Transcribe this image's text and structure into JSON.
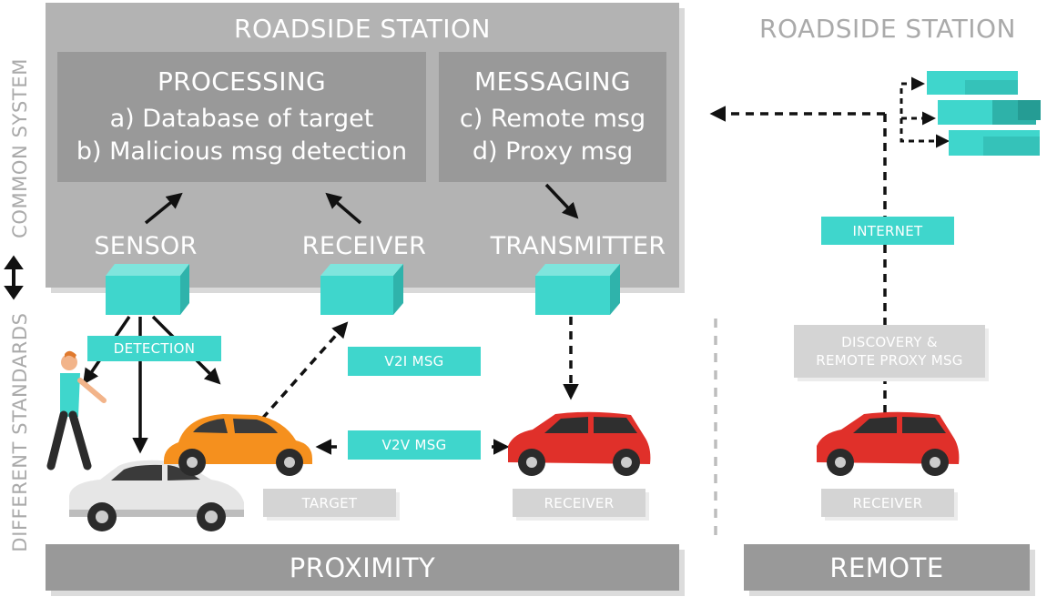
{
  "left_station": {
    "title": "ROADSIDE STATION",
    "processing": {
      "title": "PROCESSING",
      "lines": [
        "a) Database of target",
        "b) Malicious msg detection"
      ]
    },
    "messaging": {
      "title": "MESSAGING",
      "lines": [
        "c) Remote msg",
        "d) Proxy msg"
      ]
    },
    "sensor": "SENSOR",
    "receiver": "RECEIVER",
    "transmitter": "TRANSMITTER"
  },
  "right_station": {
    "title": "ROADSIDE STATION"
  },
  "labels": {
    "detection": "DETECTION",
    "v2i": "V2I MSG",
    "v2v": "V2V MSG",
    "target": "TARGET",
    "receiver_proximity": "RECEIVER",
    "internet": "INTERNET",
    "discovery_line1": "DISCOVERY &",
    "discovery_line2": "REMOTE PROXY MSG",
    "receiver_remote": "RECEIVER"
  },
  "bottom": {
    "proximity": "PROXIMITY",
    "remote": "REMOTE"
  },
  "side_axis": {
    "top": "COMMON SYSTEM",
    "bottom": "DIFFERENT STANDARDS"
  },
  "colors": {
    "station": "#b3b3b3",
    "box": "#999999",
    "device": "#3fd6cc",
    "car_orange": "#f5901e",
    "car_red": "#e0302a",
    "car_white": "#e8e8e8"
  },
  "icons": [
    "cube-icon",
    "person-icon",
    "car-icon",
    "server-stack-icon",
    "double-arrow-icon"
  ]
}
